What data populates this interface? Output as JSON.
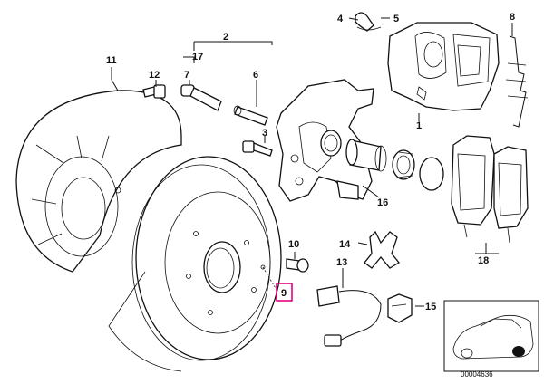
{
  "diagram": {
    "callouts": {
      "c1": "1",
      "c2": "2",
      "c4": "4",
      "c5": "5",
      "c6": "6",
      "c7": "7",
      "c8": "8",
      "c9": "9",
      "c10": "10",
      "c11": "11",
      "c12": "12",
      "c13": "13",
      "c14": "14",
      "c15": "15",
      "c16": "16",
      "c17": "17",
      "c18": "18"
    },
    "highlighted_callout": "9",
    "highlight_color": "#e6007e",
    "document_number": "00004636"
  }
}
